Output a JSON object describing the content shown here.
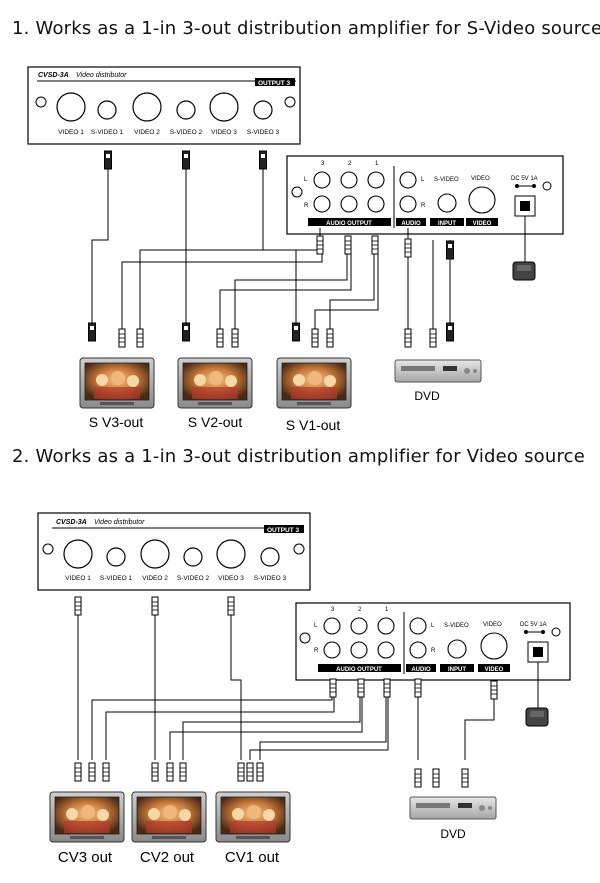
{
  "headings": {
    "s1": "1. Works as a 1-in 3-out distribution amplifier for S-Video source",
    "s2": "2. Works as a 1-in 3-out distribution amplifier for Video source"
  },
  "distributor": {
    "model": "CVSD-3A",
    "title": "Video distributor",
    "output_label": "OUTPUT 3",
    "ports": [
      "VIDEO 1",
      "S-VIDEO 1",
      "VIDEO 2",
      "S-VIDEO 2",
      "VIDEO 3",
      "S-VIDEO 3"
    ]
  },
  "back_panel": {
    "numbers": [
      "3",
      "2",
      "1"
    ],
    "left": "L",
    "right": "R",
    "audio_output": "AUDIO OUTPUT",
    "audio": "AUDIO",
    "input": "INPUT",
    "video": "VIDEO",
    "svideo": "S-VIDEO",
    "dc": "DC 5V 1A"
  },
  "labels": {
    "dvd": "DVD",
    "s_out": [
      "S V3-out",
      "S V2-out",
      "S V1-out"
    ],
    "cv_out": [
      "CV3 out",
      "CV2 out",
      "CV1 out"
    ]
  }
}
